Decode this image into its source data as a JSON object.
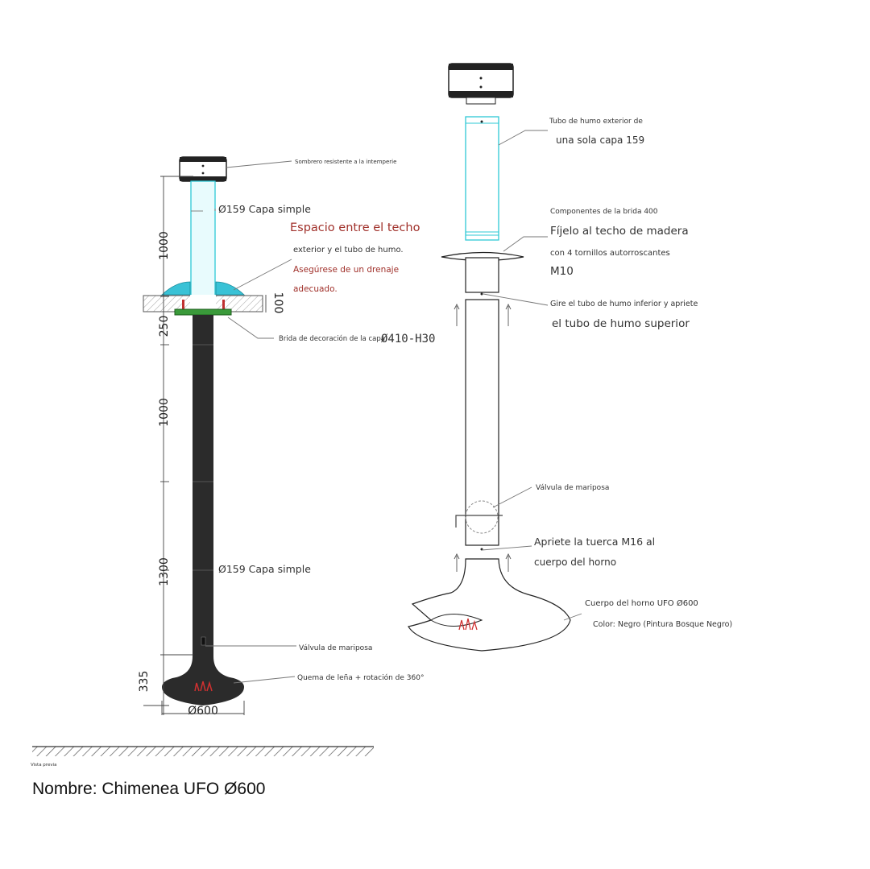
{
  "left_view": {
    "dims": {
      "d1000_top": "1000",
      "d250": "250",
      "d100": "100",
      "d1000_mid": "1000",
      "d1300": "1300",
      "d335": "335",
      "d600": "Ø600"
    },
    "labels": {
      "cap": "Sombrero resistente a la intemperie",
      "pipe_top": "Ø159 Capa simple",
      "gap_title": "Espacio entre el techo",
      "gap_line1": "exterior y el tubo de humo.",
      "gap_line2": "Asegúrese de un drenaje",
      "gap_line3": "adecuado.",
      "flange": "Brida de decoración de la capa",
      "flange_spec": "Ø410-H30",
      "pipe_bottom": "Ø159 Capa simple",
      "valve": "Válvula de mariposa",
      "burn": "Quema de leña + rotación de 360°"
    },
    "preview_label": "Vista previa"
  },
  "right_view": {
    "labels": {
      "outer_pipe_1": "Tubo de humo exterior de",
      "outer_pipe_2": "una sola capa 159",
      "flange_1": "Componentes de la brida 400",
      "flange_2": "Fíjelo al techo de madera",
      "flange_3": "con 4 tornillos autorroscantes",
      "flange_4": "M10",
      "twist_1": "Gire el tubo de humo inferior y apriete",
      "twist_2": "el tubo de humo superior",
      "valve": "Válvula de mariposa",
      "nut_1": "Apriete la tuerca M16 al",
      "nut_2": "cuerpo del horno",
      "body_1": "Cuerpo del horno UFO Ø600",
      "body_2": "Color: Negro (Pintura Bosque Negro)"
    }
  },
  "footer": {
    "name": "Nombre: Chimenea UFO Ø600"
  },
  "colors": {
    "stove": "#2b2b2b",
    "pipe_outline": "#2ec8d6",
    "water": "#39c2d6",
    "accent_red": "#a0302a",
    "flange_green": "#3a9a3a"
  }
}
